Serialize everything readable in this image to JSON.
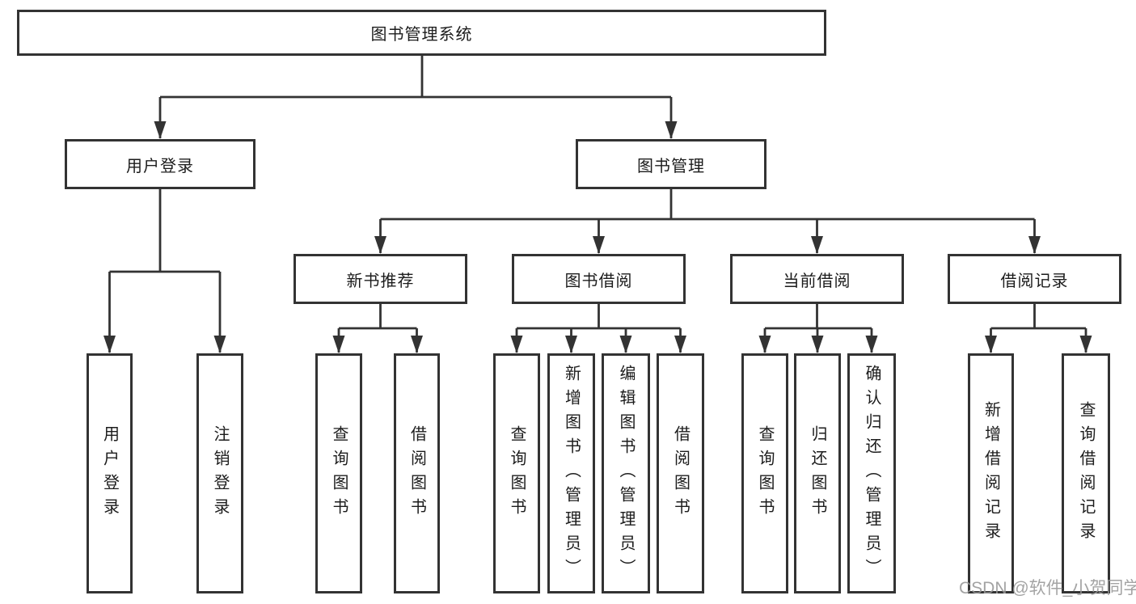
{
  "diagram": {
    "root": {
      "label": "图书管理系统"
    },
    "level2": [
      {
        "label": "用户登录"
      },
      {
        "label": "图书管理"
      }
    ],
    "level3": [
      {
        "label": "新书推荐"
      },
      {
        "label": "图书借阅"
      },
      {
        "label": "当前借阅"
      },
      {
        "label": "借阅记录"
      }
    ],
    "leaves": [
      {
        "label": "用户登录"
      },
      {
        "label": "注销登录"
      },
      {
        "label": "查询图书"
      },
      {
        "label": "借阅图书"
      },
      {
        "label": "查询图书"
      },
      {
        "label": "新增图书（管理员）"
      },
      {
        "label": "编辑图书（管理员）"
      },
      {
        "label": "借阅图书"
      },
      {
        "label": "查询图书"
      },
      {
        "label": "归还图书"
      },
      {
        "label": "确认归还（管理员）"
      },
      {
        "label": "新增借阅记录"
      },
      {
        "label": "查询借阅记录"
      }
    ],
    "watermark": "CSDN @软件_小贺同学",
    "colors": {
      "line": "#333333",
      "text": "#1c1c1c",
      "box_background": "#ffffff",
      "watermark": "#969696"
    }
  }
}
